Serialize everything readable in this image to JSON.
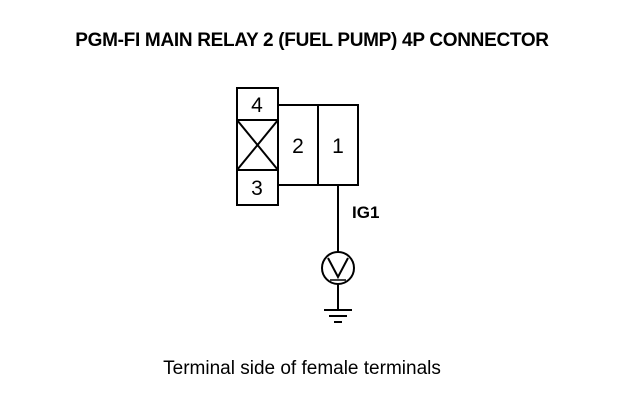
{
  "title": "PGM-FI MAIN RELAY 2 (FUEL PUMP) 4P CONNECTOR",
  "caption": "Terminal side of female terminals",
  "connector": {
    "pins": [
      {
        "number": "4"
      },
      {
        "number": "2"
      },
      {
        "number": "1"
      },
      {
        "number": "3"
      }
    ],
    "blank_pin": "crossed-out-cavity"
  },
  "wire": {
    "label": "IG1"
  },
  "meter": {
    "symbol": "V"
  },
  "icons": [
    "voltmeter-icon",
    "ground-icon"
  ],
  "colors": {
    "line": "#000000",
    "background": "#ffffff"
  }
}
